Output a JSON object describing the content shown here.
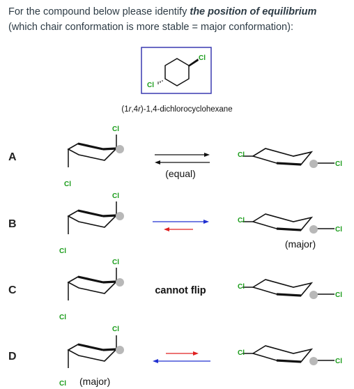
{
  "question": {
    "line1_prefix": "For the compound below please identify ",
    "line1_italic": "the position of equilibrium",
    "line2": "(which chair conformation is more stable = major conformation):"
  },
  "compound": {
    "name": "(1r,4r)-1,4-dichlorocyclohexane",
    "substituent": "Cl"
  },
  "colors": {
    "chlorine": "#1a9c1a",
    "box_border": "#3a3ab0",
    "arrow_red": "#e02020",
    "arrow_blue": "#2030d0",
    "hydrogen_dot": "#b8b8b8"
  },
  "options": [
    {
      "letter": "A",
      "middle_label": "(equal)",
      "left_note": "",
      "right_note": ""
    },
    {
      "letter": "B",
      "middle_label": "",
      "left_note": "",
      "right_note": "(major)"
    },
    {
      "letter": "C",
      "middle_label": "cannot flip",
      "left_note": "",
      "right_note": ""
    },
    {
      "letter": "D",
      "middle_label": "",
      "left_note": "(major)",
      "right_note": ""
    }
  ]
}
